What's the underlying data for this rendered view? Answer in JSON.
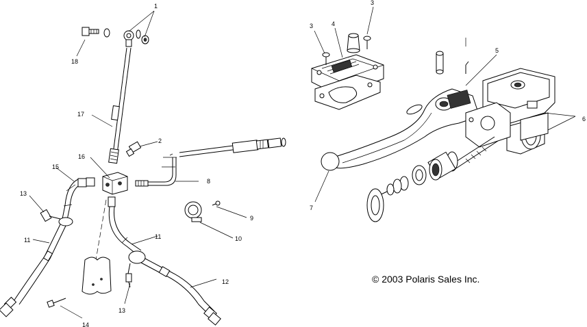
{
  "callouts": {
    "c1": "1",
    "c2": "2",
    "c3a": "3",
    "c3b": "3",
    "c4": "4",
    "c5": "5",
    "c6": "6",
    "c7": "7",
    "c8": "8",
    "c9": "9",
    "c10": "10",
    "c11a": "11",
    "c11b": "11",
    "c12": "12",
    "c13a": "13",
    "c13b": "13",
    "c14": "14",
    "c15": "15",
    "c16": "16",
    "c17": "17",
    "c18": "18"
  },
  "copyright": "© 2003 Polaris Sales Inc."
}
